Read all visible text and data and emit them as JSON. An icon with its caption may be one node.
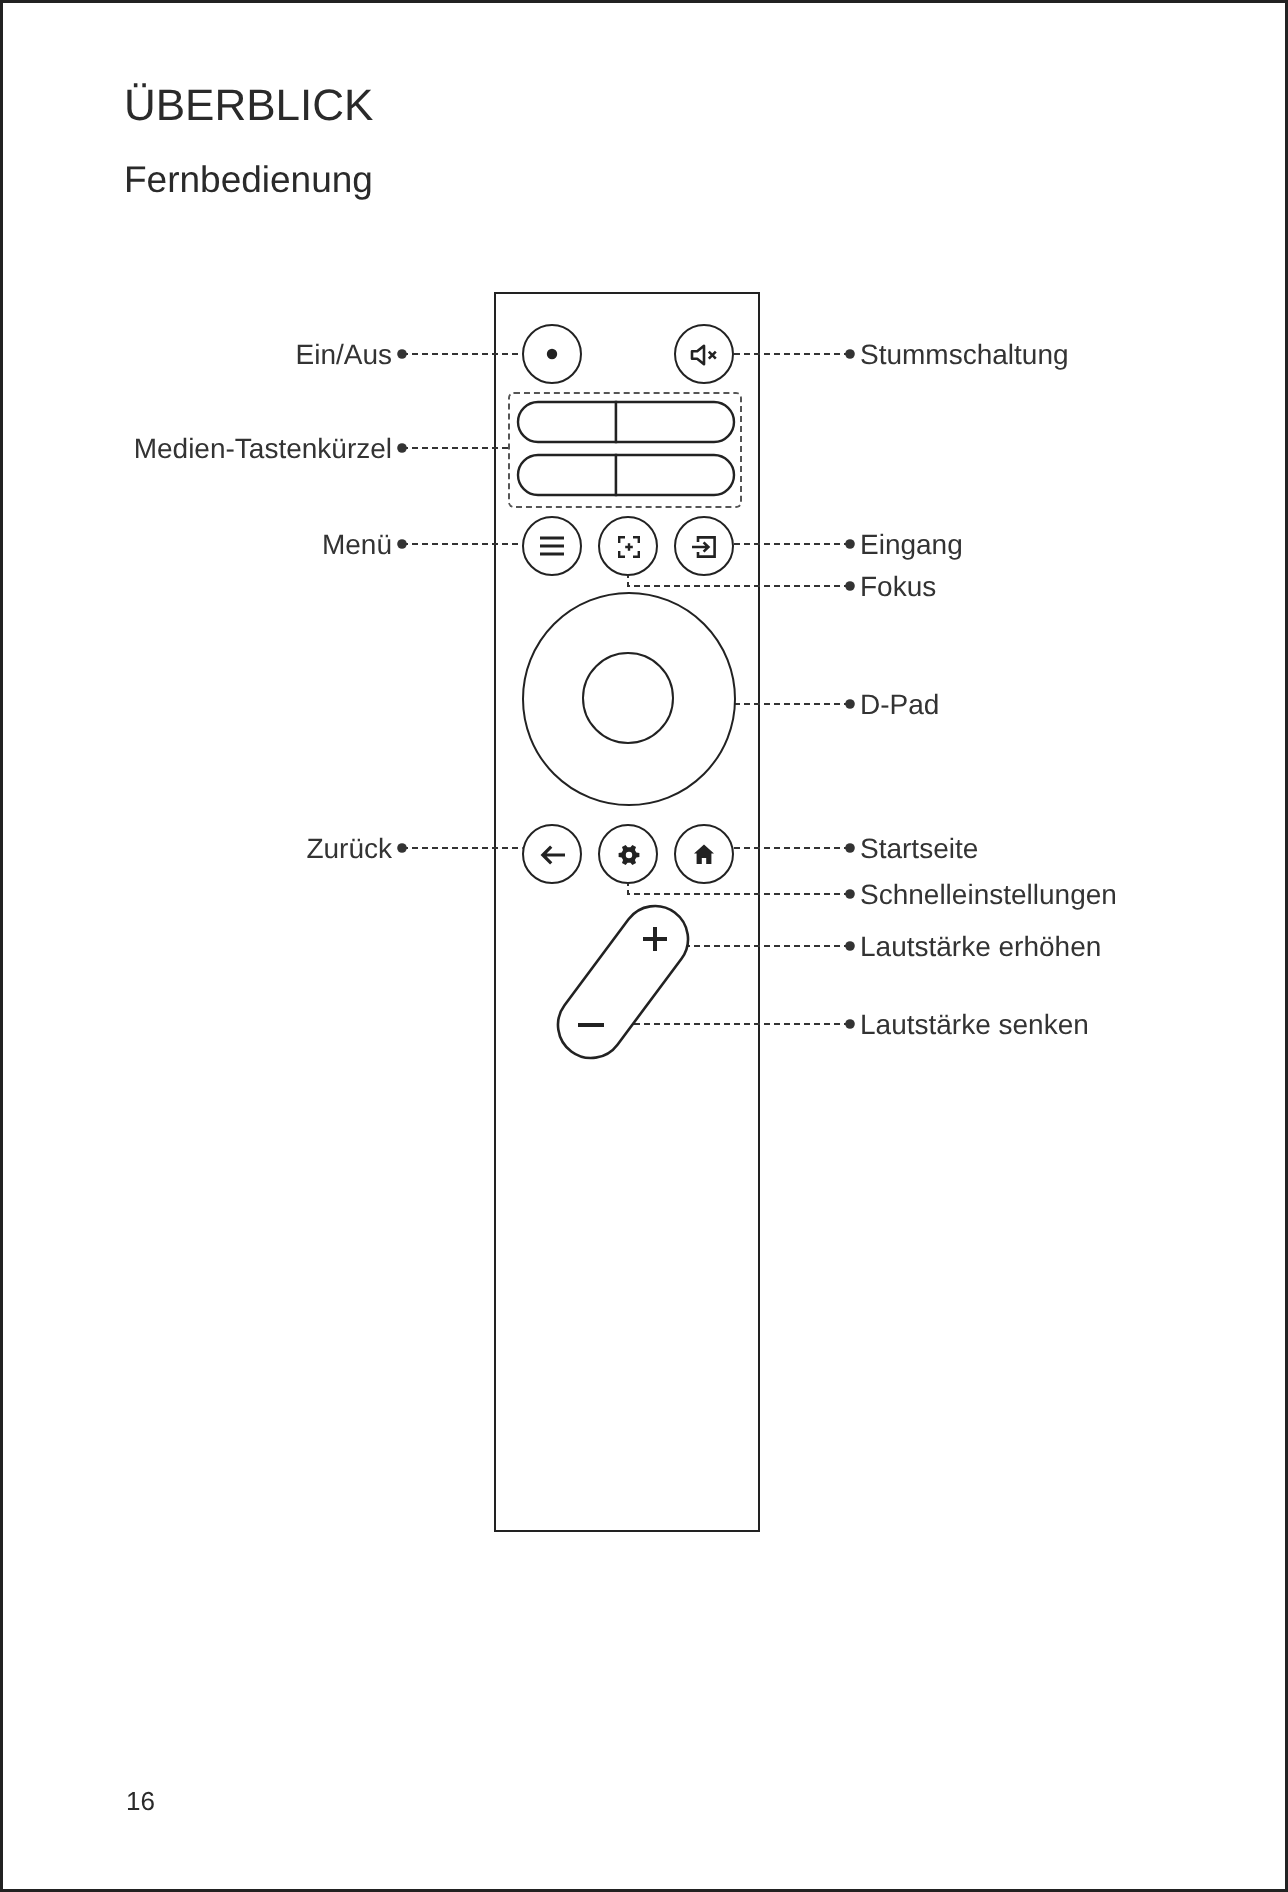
{
  "diagram": {
    "title": "ÜBERBLICK",
    "nodes": [
      {
        "text": [
          "Ein/Aus"
        ]
      },
      {
        "text": [],
        "shape": "circle"
      },
      {
        "text": [],
        "shape": "circle"
      },
      {
        "text": [
          "Stummschaltung"
        ]
      },
      {
        "text": [
          "Medien-Tastenkürzel"
        ]
      },
      {
        "text": [],
        "shape": "box"
      },
      {
        "text": [
          "Menü"
        ]
      },
      {
        "text": [],
        "shape": "circle"
      },
      {
        "text": [],
        "shape": "circle"
      },
      {
        "text": [],
        "shape": "circle"
      },
      {
        "text": [
          "Eingang"
        ]
      },
      {
        "text": [
          "Fokus"
        ]
      },
      {
        "text": [],
        "shape": "circle"
      },
      {
        "text": [
          "D-Pad"
        ]
      },
      {
        "text": [
          "Zurück"
        ]
      },
      {
        "text": [],
        "shape": "circle"
      },
      {
        "text": [],
        "shape": "circle"
      },
      {
        "text": [],
        "shape": "circle"
      },
      {
        "text": [
          "Startseite"
        ]
      },
      {
        "text": [
          "Schnelleinstellungen"
        ]
      },
      {
        "text": [],
        "shape": "bar"
      },
      {
        "text": [
          "Lautstärke erhöhen"
        ]
      },
      {
        "text": [
          "Lautstärke senken"
        ]
      }
    ],
    "edges": [
      {
        "from": 0,
        "to": 1,
        "arrow": "other",
        "style": "dashed"
      },
      {
        "from": 3,
        "to": 2,
        "arrow": "other",
        "style": "dashed"
      },
      {
        "from": 4,
        "to": 5,
        "arrow": "other",
        "style": "dashed"
      },
      {
        "from": 6,
        "to": 7,
        "arrow": "other",
        "style": "dashed"
      },
      {
        "from": 10,
        "to": 9,
        "arrow": "other",
        "style": "dashed"
      },
      {
        "from": 11,
        "to": 8,
        "arrow": "other",
        "style": "dashed"
      },
      {
        "from": 13,
        "to": 12,
        "arrow": "other",
        "style": "dashed"
      },
      {
        "from": 14,
        "to": 15,
        "arrow": "other",
        "style": "dashed"
      },
      {
        "from": 18,
        "to": 17,
        "arrow": "other",
        "style": "dashed"
      },
      {
        "from": 19,
        "to": 16,
        "arrow": "other",
        "style": "dashed"
      },
      {
        "from": 21,
        "to": 20,
        "arrow": "other",
        "style": "dashed"
      },
      {
        "from": 22,
        "to": 20,
        "arrow": "other",
        "style": "dashed"
      }
    ],
    "labels": [
      "Fernbedienung",
      "16"
    ]
  }
}
